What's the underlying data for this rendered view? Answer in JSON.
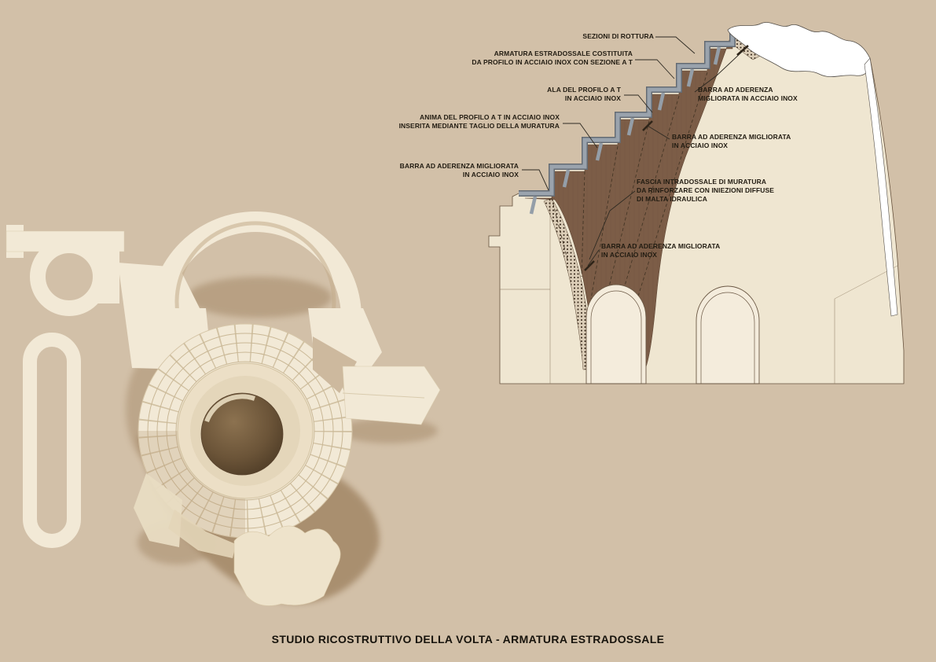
{
  "page": {
    "title": "STUDIO RICOSTRUTTIVO DELLA VOLTA - ARMATURA ESTRADOSSALE",
    "background_color": "#d2c0a8"
  },
  "palette": {
    "background": "#d2c0a8",
    "model_cream": "#f2e9d6",
    "wall_cream": "#efe6d1",
    "masonry_brown": "#7c5d47",
    "steel_gray": "#9aa3ad",
    "shadow_brown": "#a38766",
    "void_white": "#ffffff",
    "text": "#221c12"
  },
  "section_detail": {
    "annotations": [
      {
        "id": "sezioni-di-rottura",
        "side": "left",
        "text": "SEZIONI DI ROTTURA"
      },
      {
        "id": "armatura-estradossale",
        "side": "left",
        "text": "ARMATURA ESTRADOSSALE COSTITUITA\nDA PROFILO IN ACCIAIO INOX CON SEZIONE A T"
      },
      {
        "id": "ala-profilo-t",
        "side": "left",
        "text": "ALA DEL PROFILO A T\nIN ACCIAIO INOX"
      },
      {
        "id": "barra-aderenza-1",
        "side": "right",
        "text": "BARRA AD ADERENZA\nMIGLIORATA IN ACCIAIO INOX"
      },
      {
        "id": "anima-profilo-t",
        "side": "left",
        "text": "ANIMA DEL PROFILO A T IN ACCIAIO INOX\nINSERITA MEDIANTE TAGLIO DELLA MURATURA"
      },
      {
        "id": "barra-aderenza-2",
        "side": "right",
        "text": "BARRA AD ADERENZA MIGLIORATA\nIN ACCIAIO INOX"
      },
      {
        "id": "barra-aderenza-3",
        "side": "left",
        "text": "BARRA AD ADERENZA MIGLIORATA\nIN ACCIAIO INOX"
      },
      {
        "id": "fascia-intradossale",
        "side": "right",
        "text": "FASCIA INTRADOSSALE DI MURATURA\nDA RINFORZARE CON INIEZIONI DIFFUSE\nDI MALTA IDRAULICA"
      },
      {
        "id": "barra-aderenza-4",
        "side": "right",
        "text": "BARRA AD ADERENZA MIGLIORATA\nIN ACCIAIO INOX"
      }
    ]
  }
}
